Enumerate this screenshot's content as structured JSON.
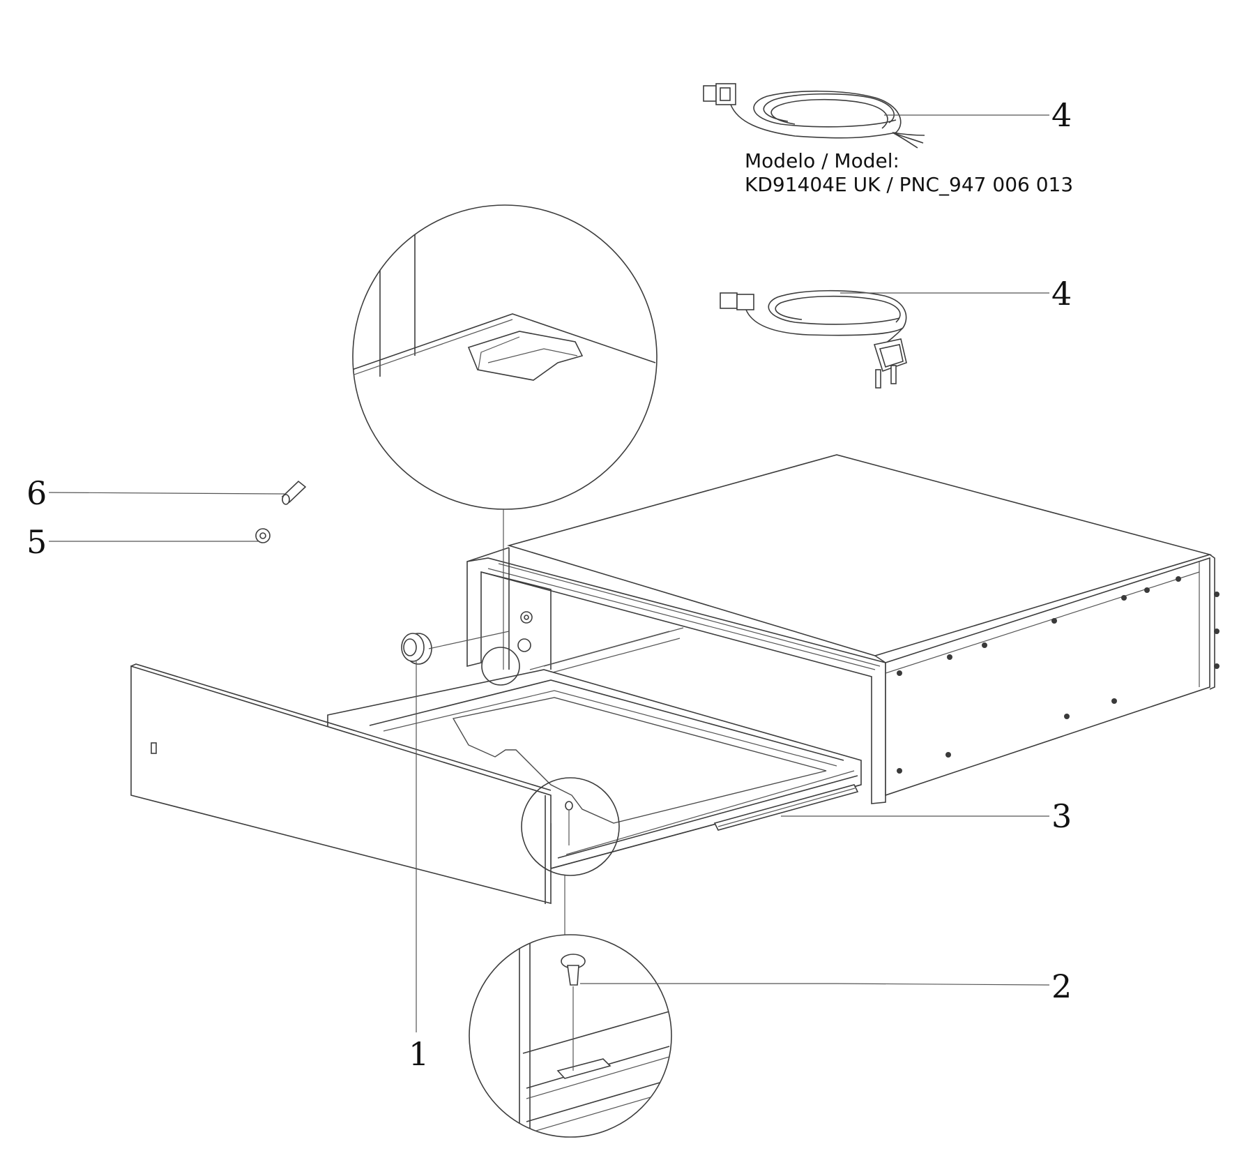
{
  "model_caption": {
    "line1": "Modelo / Model:",
    "line2": "KD91404E UK / PNC_947 006 013"
  },
  "callouts": [
    {
      "id": "1",
      "label": "1"
    },
    {
      "id": "2",
      "label": "2"
    },
    {
      "id": "3",
      "label": "3"
    },
    {
      "id": "4a",
      "label": "4"
    },
    {
      "id": "4b",
      "label": "4"
    },
    {
      "id": "5",
      "label": "5"
    },
    {
      "id": "6",
      "label": "6"
    }
  ]
}
